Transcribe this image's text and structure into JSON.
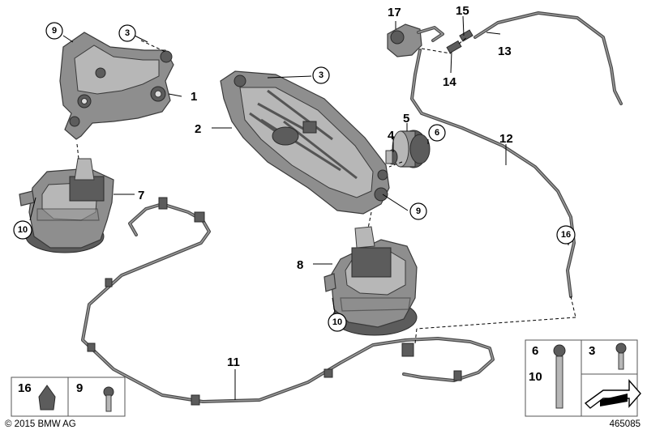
{
  "callouts": {
    "n1": "1",
    "n2": "2",
    "n3a": "3",
    "n3b": "3",
    "n4": "4",
    "n5": "5",
    "n6": "6",
    "n7": "7",
    "n8": "8",
    "n9a": "9",
    "n9b": "9",
    "n10a": "10",
    "n10b": "10",
    "n11": "11",
    "n12": "12",
    "n13": "13",
    "n14": "14",
    "n15": "15",
    "n16": "16",
    "n17": "17"
  },
  "legend_left": {
    "a": "16",
    "b": "9"
  },
  "legend_right": {
    "a": "6",
    "b": "10",
    "c": "3"
  },
  "footer": {
    "copyright": "© 2015 BMW AG",
    "diagram_id": "465085"
  },
  "colors": {
    "part": "#8e8e8e",
    "hose": "#4a4a4a",
    "line": "#000000"
  }
}
